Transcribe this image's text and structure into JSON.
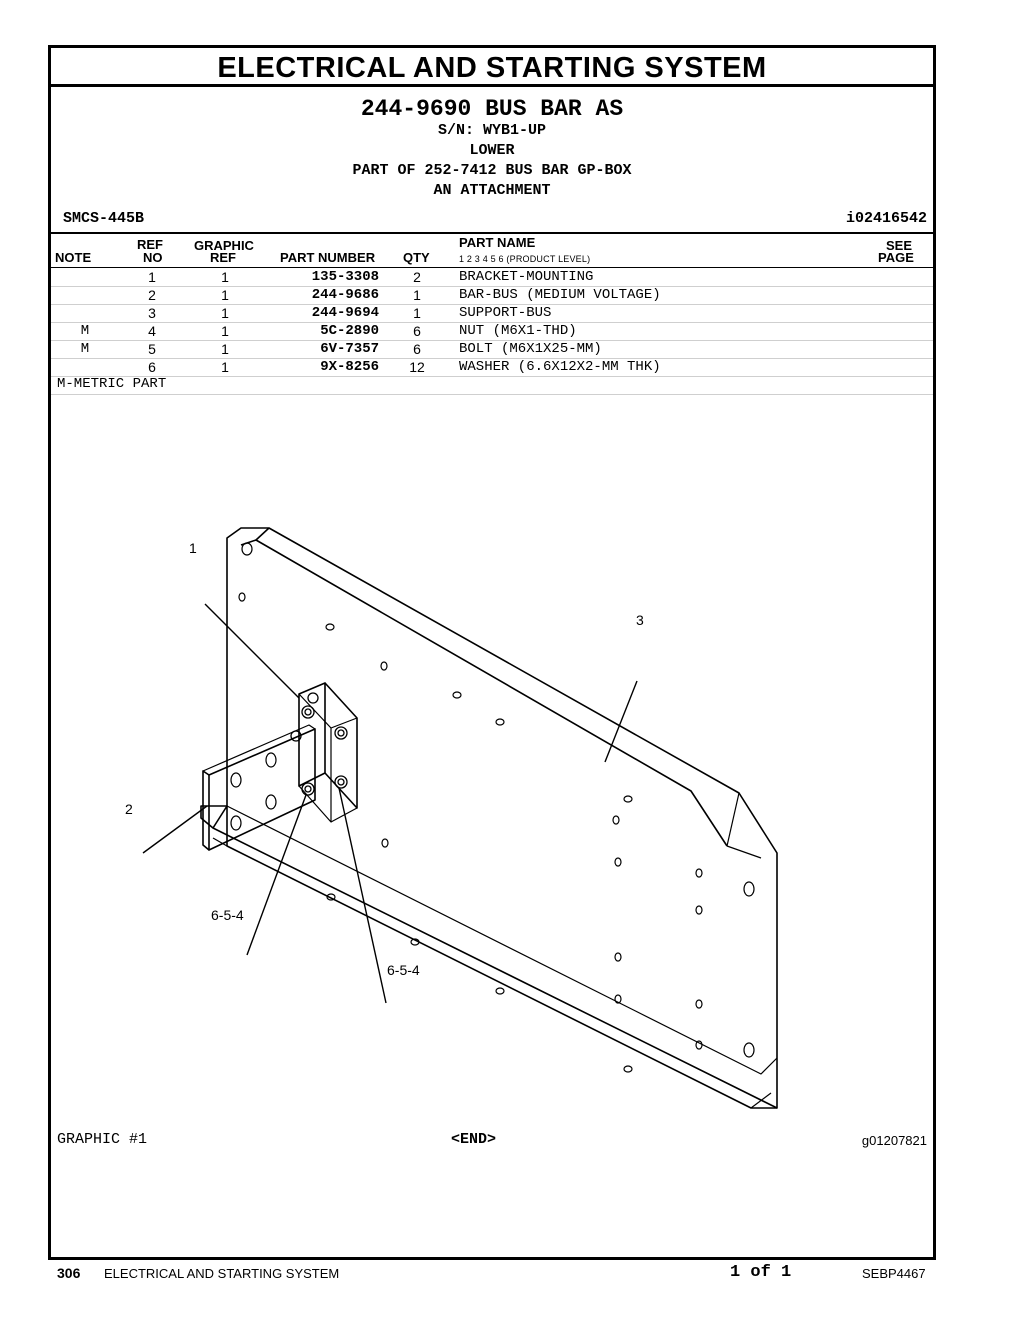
{
  "section_title": "ELECTRICAL AND STARTING SYSTEM",
  "header": {
    "assembly": "244-9690 BUS BAR AS",
    "serial": "S/N: WYB1-UP",
    "line2": "LOWER",
    "line3": "PART OF 252-7412 BUS BAR GP-BOX",
    "line4": "AN ATTACHMENT",
    "smcs": "SMCS-445B",
    "ident": "i02416542"
  },
  "table": {
    "headers": {
      "note": "NOTE",
      "ref_top": "REF",
      "ref_bottom": "NO",
      "graphic_top": "GRAPHIC",
      "graphic_bottom": "REF",
      "part_number": "PART NUMBER",
      "qty": "QTY",
      "part_name": "PART NAME",
      "levels": "1   2   3   4   5   6   (PRODUCT LEVEL)",
      "see_top": "SEE",
      "see_bottom": "PAGE"
    },
    "rows": [
      {
        "note": "",
        "ref": "1",
        "graphic": "1",
        "part_number": "135-3308",
        "qty": "2",
        "name": "BRACKET-MOUNTING"
      },
      {
        "note": "",
        "ref": "2",
        "graphic": "1",
        "part_number": "244-9686",
        "qty": "1",
        "name": "BAR-BUS (MEDIUM VOLTAGE)"
      },
      {
        "note": "",
        "ref": "3",
        "graphic": "1",
        "part_number": "244-9694",
        "qty": "1",
        "name": "SUPPORT-BUS"
      },
      {
        "note": "M",
        "ref": "4",
        "graphic": "1",
        "part_number": "5C-2890",
        "qty": "6",
        "name": "NUT (M6X1-THD)"
      },
      {
        "note": "M",
        "ref": "5",
        "graphic": "1",
        "part_number": "6V-7357",
        "qty": "6",
        "name": "BOLT (M6X1X25-MM)"
      },
      {
        "note": "",
        "ref": "6",
        "graphic": "1",
        "part_number": "9X-8256",
        "qty": "12",
        "name": "WASHER (6.6X12X2-MM THK)"
      }
    ],
    "footnote": "M-METRIC PART"
  },
  "figure": {
    "callouts": [
      "1",
      "2",
      "3",
      "6-5-4",
      "6-5-4"
    ],
    "graphic_label": "GRAPHIC #1",
    "end_label": "<END>",
    "graphic_number": "g01207821"
  },
  "footer": {
    "page_number": "306",
    "section": "ELECTRICAL AND STARTING SYSTEM",
    "page_of": "1 of 1",
    "doc_id": "SEBP4467"
  }
}
